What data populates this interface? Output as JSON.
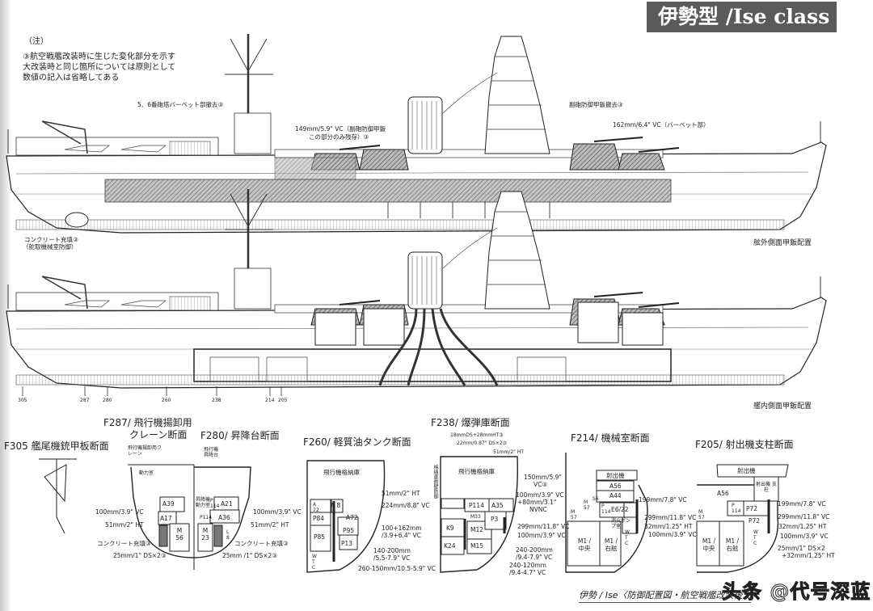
{
  "title": "伊勢型 /Ise class",
  "notes": {
    "heading": "（注）",
    "line1": "③航空戦艦改装時に生じた変化部分を示す",
    "line2": "大改装時と同じ箇所については原則として",
    "line3": "数値の記入は省略してある"
  },
  "profile_top": {
    "label": "舷外側面甲鈑配置",
    "ann_barbette_removed": "5、6番砲塔バーベット部撤去③",
    "ann_149_1": "149mm/5.9\" VC（副砲防御甲鈑",
    "ann_149_2": "この部分のみ残存）③",
    "ann_secondary_removed": "副砲防御甲鈑撤去③",
    "ann_162": "162mm/6.4\" VC（バーベット部）",
    "ann_concrete_1": "コンクリート充填③",
    "ann_concrete_2": "（舵取機械室防御）"
  },
  "profile_bottom": {
    "label": "艦内側面甲鈑配置",
    "frames": [
      "305",
      "287",
      "280",
      "260",
      "238",
      "214",
      "205"
    ]
  },
  "sections": {
    "f305": {
      "title": "F305 艦尾機銃甲板断面"
    },
    "f287": {
      "title1": "F287/ 飛行機揚卸用",
      "title2": "クレーン断面",
      "crane": "飛行機揚卸用クレーン",
      "motor": "動力室",
      "a39": "A39",
      "a17": "A17",
      "m56": "M 56",
      "ann_100": "100mm/3.9\" VC",
      "ann_51": "51mm/2\" HT",
      "ann_concrete": "コンクリート充填③",
      "ann_25": "25mm/1\" DS×2③"
    },
    "f280": {
      "title": "F280/ 昇降台断面",
      "lift": "飛行機昇降台",
      "lift_room": "昇降機動力室",
      "p114a": "P 114",
      "a21": "A21",
      "p114b": "P114",
      "a36": "A36",
      "m23": "M 23",
      "l8": "L 8",
      "ann_100": "100mm/3.9\" VC",
      "ann_51": "51mm/2\" HT",
      "ann_concrete": "コンクリート充填③",
      "ann_25": "25mm /1\" DS×2③"
    },
    "f260": {
      "title": "F260/ 軽質油タンク断面",
      "hangar": "飛行機格納庫",
      "a72a": "A 72",
      "a8": "A 8",
      "p84": "P84",
      "a72b": "A72",
      "p85": "P85",
      "p95": "P95",
      "p13": "P13",
      "wtc": "W T C",
      "ann_51": "51mm/2\" HT",
      "ann_224": "224mm/8.8\" VC",
      "ann_100_1": "100+162mm",
      "ann_100_2": "/3.9+6.4\" VC",
      "ann_140_1": "140-200mm",
      "ann_140_2": "/5.5-7.9\" VC",
      "ann_260": "260-150mm/10.5-5.9\" VC"
    },
    "f238": {
      "title": "F238/ 爆弾庫断面",
      "ann_18": "18mmDS+28mmHT③",
      "ann_22": "22mm/0.87\" DS×2③",
      "ann_51": "51mm/2\" HT",
      "hangar": "飛行機格納庫",
      "side_text": "格納庫側壁防御",
      "p114": "P114",
      "a35": "A35",
      "m33": "M33",
      "p3": "P3",
      "k9": "K9",
      "m12": "M12",
      "k24": "K24",
      "m15": "M15",
      "ann_150_1": "150mm/5.9\"",
      "ann_150_2": "VC③",
      "ann_100a_1": "100mm/3.9\" VC",
      "ann_100a_2": "+80mm/3.1\"",
      "ann_100a_3": "NVNC",
      "ann_299": "299mm/11.8\" VC",
      "ann_100b": "100mm/3.9\" VC",
      "ann_240a_1": "240-200mm",
      "ann_240a_2": "/9.4-7.9\" VC",
      "ann_240b_1": "240-120mm",
      "ann_240b_2": "/9.4-4.7\" VC"
    },
    "f214": {
      "title": "F214/ 機械室断面",
      "catapult": "射出機",
      "a56": "A56",
      "a44": "A44",
      "s6": "S6",
      "e6": "E6/22",
      "p114": "P 114",
      "m57a": "M 57",
      "m57b": "M 57",
      "pump": "消火ポンプ室",
      "m1c": "M1 / 中央",
      "m1r": "M1 / 右舷",
      "wtc": "W T C",
      "ann_199": "199mm/7.8\" VC",
      "ann_299": "299mm/11.8\" VC",
      "ann_32": "32mm/1.25\" HT",
      "ann_100": "100mm/3.9\" VC"
    },
    "f205": {
      "title": "F205/ 射出機支柱断面",
      "catapult": "射出機",
      "support": "射出機 支柱",
      "a56": "A56",
      "p114": "P 114",
      "p72a": "P72",
      "p72b": "P72",
      "m57": "M 57",
      "m1c": "M1 / 中央",
      "m1r": "M1 / 右舷",
      "wtc": "W T C",
      "ann_199": "199mm/7.8\" VC",
      "ann_299": "299mm/11.8\" VC",
      "ann_32": "32mm/1.25\" HT",
      "ann_100": "100mm/3.9\" VC",
      "ann_25_1": "25mm/1\" DS×2",
      "ann_25_2": "+32mm/1.25\" HT"
    }
  },
  "caption": "伊勢 / Ise〈防御配置図・航空戦艦改装後〉",
  "watermark": "头条 @代号深蓝"
}
